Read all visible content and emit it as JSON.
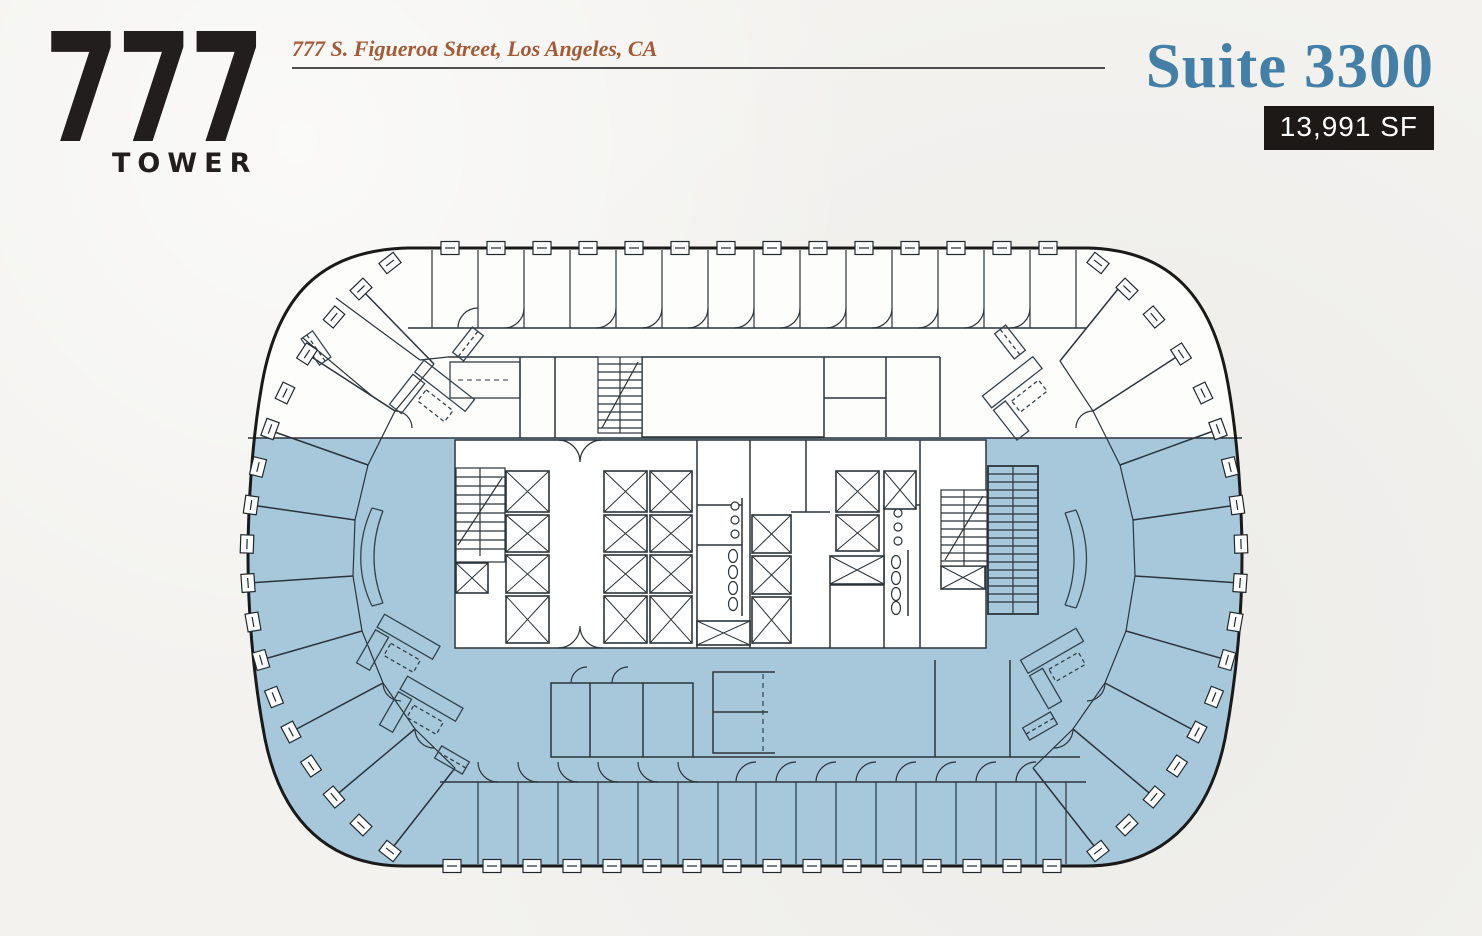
{
  "header": {
    "logo": {
      "number": "777",
      "word": "TOWER"
    },
    "address": "777 S. Figueroa Street, Los Angeles, CA",
    "suite": {
      "title": "Suite 3300",
      "area": "13,991 SF"
    }
  },
  "plan": {
    "type": "floorplan",
    "highlighted_suite": "Suite 3300",
    "highlight_color": "#a7c8da",
    "building_fill": "#fdfdfc",
    "core_fill": "#ffffff",
    "wall_color": "#2b343b",
    "outer_wall_color": "#1a1a1a"
  },
  "colors": {
    "accent_blue": "#437fa6",
    "address_rust": "#a55a35",
    "badge_bg": "#1c1917",
    "paper": "#f3f2ef"
  }
}
